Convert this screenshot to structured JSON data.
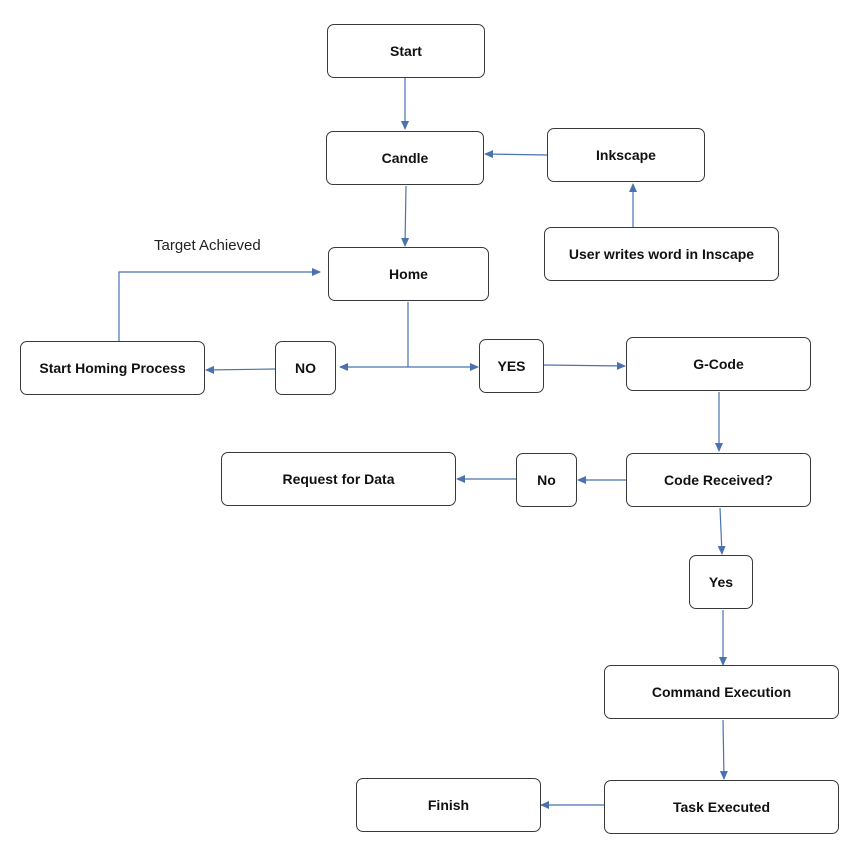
{
  "diagram": {
    "type": "flowchart",
    "line_color": "#4a72b0",
    "border_color": "#3a3a3a",
    "nodes": {
      "start": "Start",
      "candle": "Candle",
      "inkscape": "Inkscape",
      "user_writes": "User writes word in Inscape",
      "home": "Home",
      "start_homing": "Start Homing Process",
      "no_upper": "NO",
      "yes_upper": "YES",
      "gcode": "G-Code",
      "request_data": "Request for Data",
      "no_lower": "No",
      "code_received": "Code Received?",
      "yes_lower": "Yes",
      "command_execution": "Command Execution",
      "finish": "Finish",
      "task_executed": "Task Executed"
    },
    "edge_labels": {
      "target_achieved": "Target Achieved"
    },
    "edges": [
      {
        "from": "start",
        "to": "candle"
      },
      {
        "from": "inkscape",
        "to": "candle"
      },
      {
        "from": "user_writes",
        "to": "inkscape"
      },
      {
        "from": "candle",
        "to": "home"
      },
      {
        "from": "home",
        "to": "no_upper"
      },
      {
        "from": "home",
        "to": "yes_upper"
      },
      {
        "from": "no_upper",
        "to": "start_homing"
      },
      {
        "from": "start_homing",
        "to": "home",
        "label": "Target Achieved"
      },
      {
        "from": "yes_upper",
        "to": "gcode"
      },
      {
        "from": "gcode",
        "to": "code_received"
      },
      {
        "from": "code_received",
        "to": "no_lower"
      },
      {
        "from": "no_lower",
        "to": "request_data"
      },
      {
        "from": "code_received",
        "to": "yes_lower"
      },
      {
        "from": "yes_lower",
        "to": "command_execution"
      },
      {
        "from": "command_execution",
        "to": "task_executed"
      },
      {
        "from": "task_executed",
        "to": "finish"
      }
    ]
  }
}
